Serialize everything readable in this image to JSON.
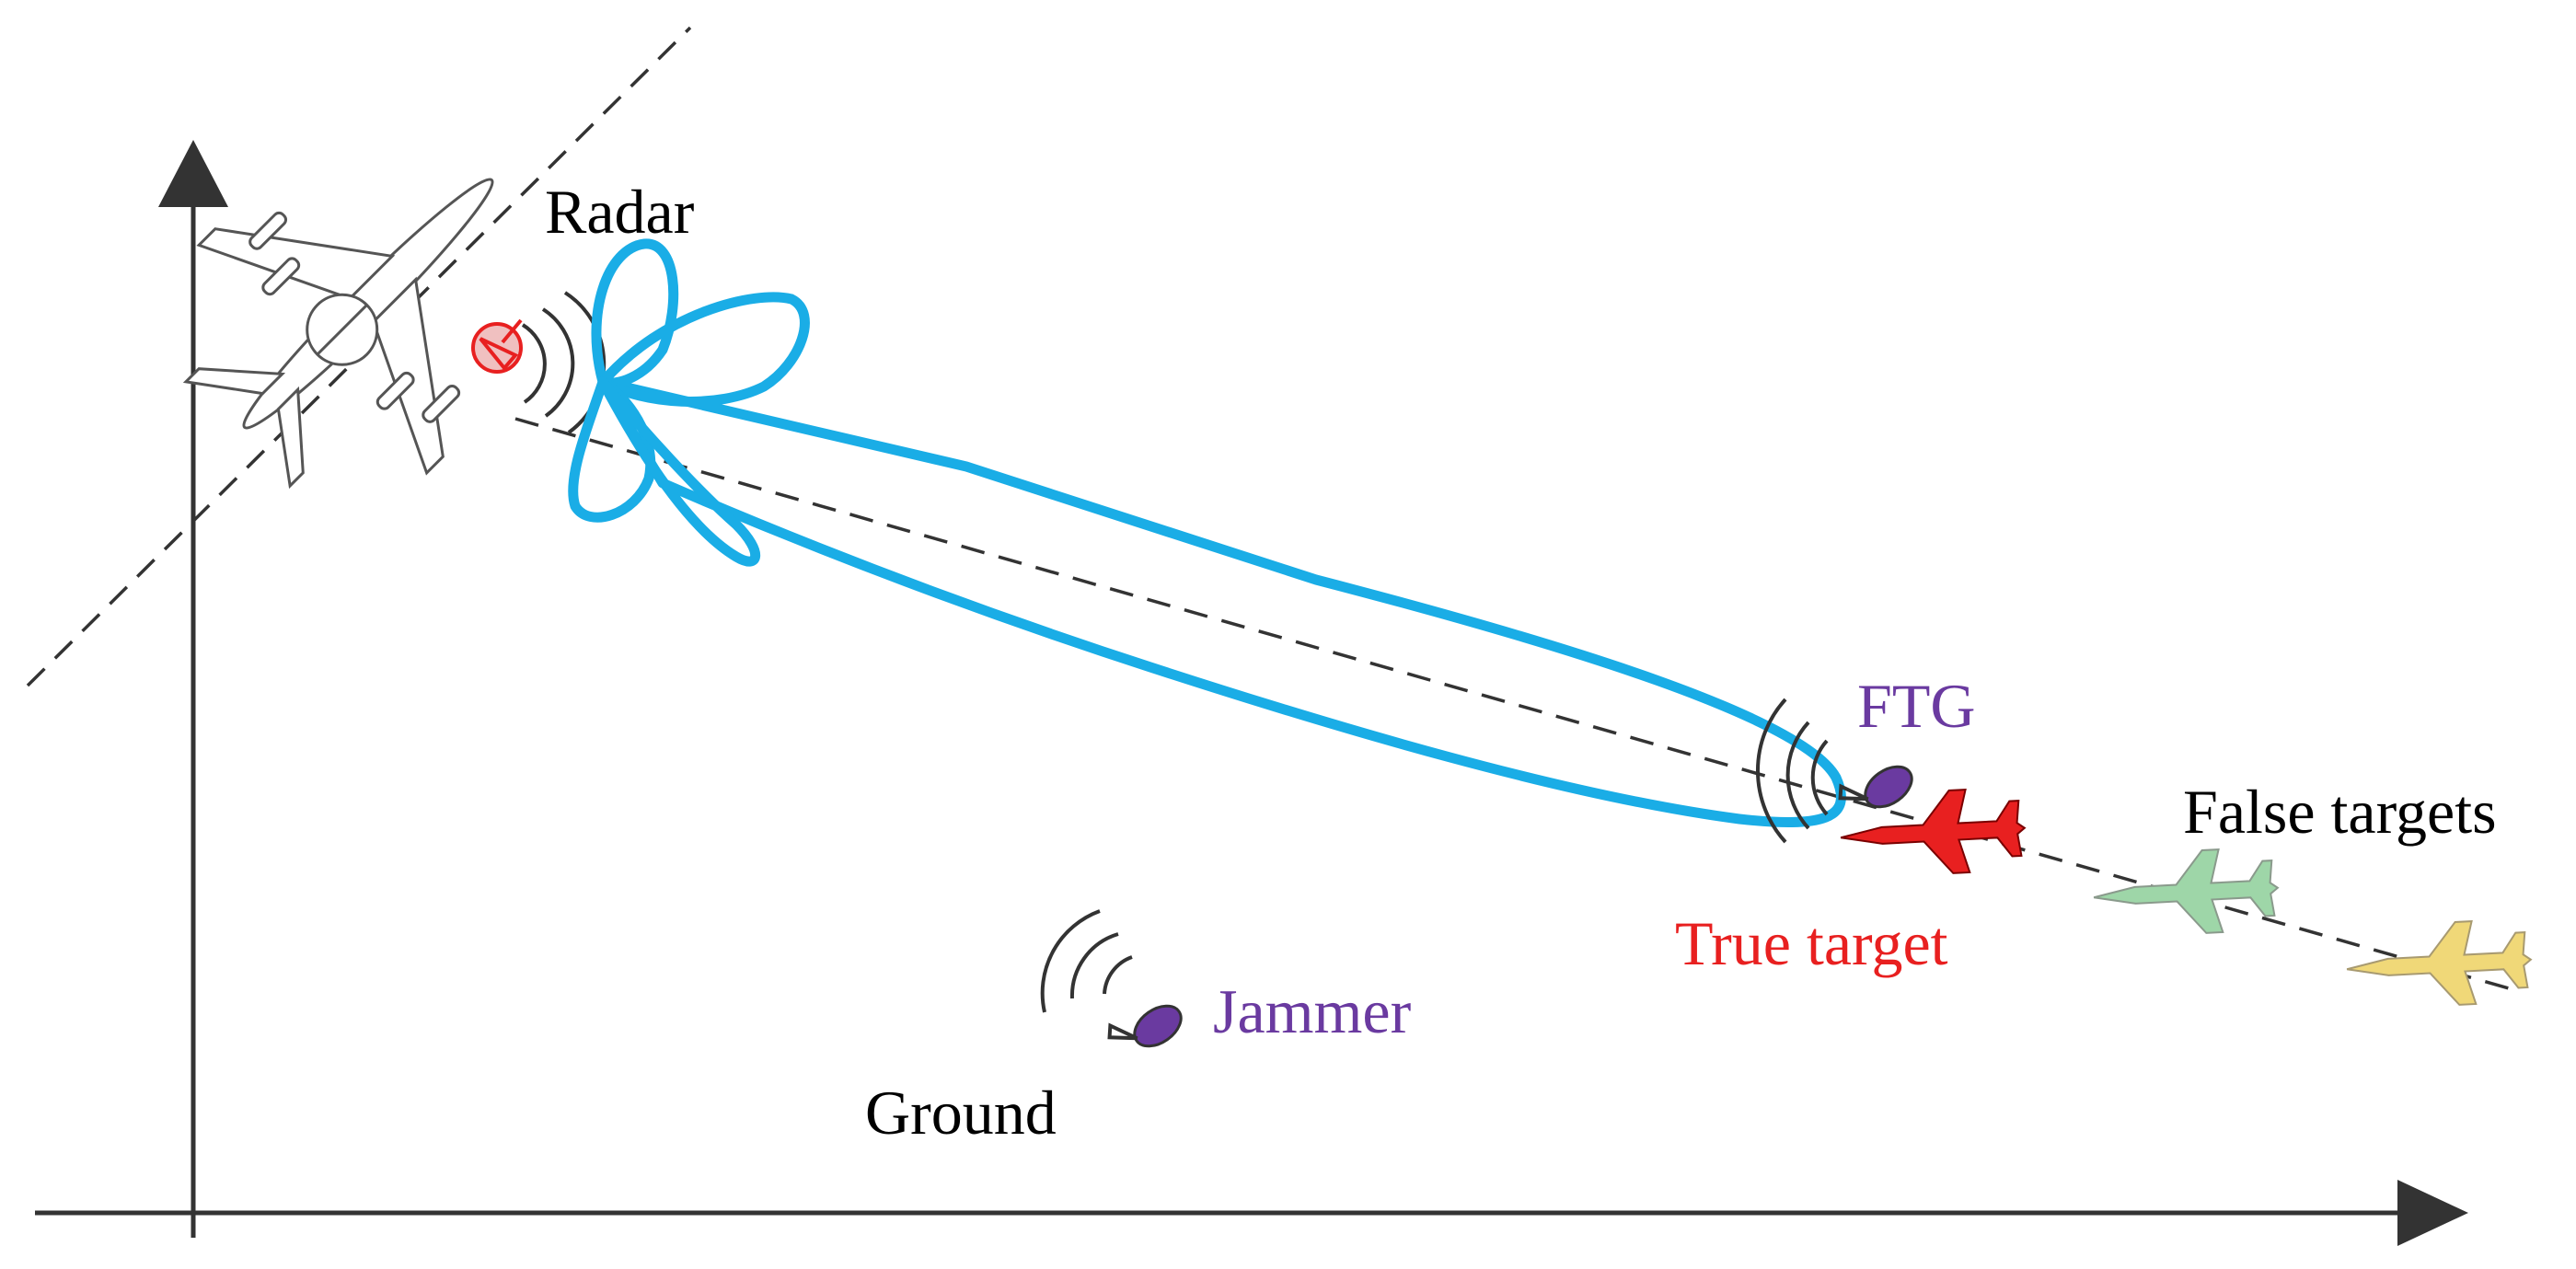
{
  "labels": {
    "radar": "Radar",
    "ftg": "FTG",
    "false_targets": "False targets",
    "true_target": "True target",
    "jammer": "Jammer",
    "ground": "Ground"
  },
  "colors": {
    "beam": "#1aade6",
    "axis": "#333333",
    "true_target": "#e82020",
    "jammer": "#6a3aa0",
    "false_target_1": "#9ed6a8",
    "false_target_2": "#f0d878",
    "radar_dish": "#e82020",
    "text": "#000000"
  },
  "icons": {
    "radar_platform": "awacs-aircraft-icon",
    "radar_antenna": "radar-dish-icon",
    "fighter": "fighter-jet-icon",
    "jammer_antenna": "satellite-dish-icon"
  }
}
